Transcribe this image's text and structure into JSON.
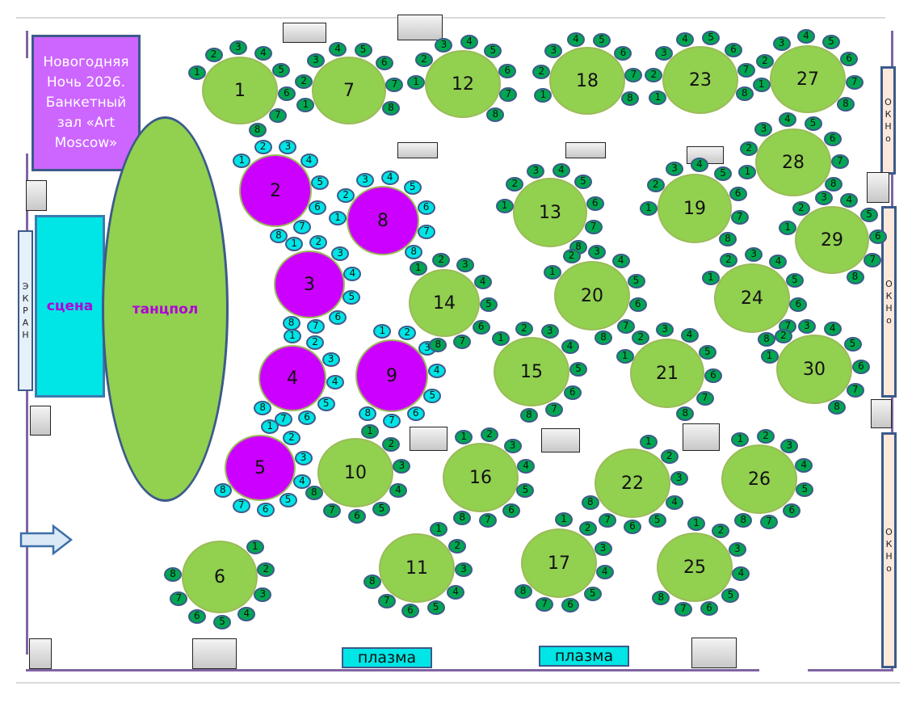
{
  "title": "Новогодняя Ночь  2026. Банкетный зал «Art Moscow»",
  "dance_floor": "танцпол",
  "stage": "сцена",
  "screen": [
    "Э",
    "К",
    "Р",
    "А",
    "Н"
  ],
  "window": [
    "О",
    "К",
    "Н",
    "о"
  ],
  "plasma": "плазма",
  "seat_labels": [
    "1",
    "2",
    "3",
    "4",
    "5",
    "6",
    "7",
    "8"
  ],
  "colors": {
    "table": "#92d050",
    "vip_table": "#cc00ff",
    "seat": "#00a651",
    "vip_seat": "#00e5e5",
    "title_bg": "#cc66ff"
  },
  "tables": [
    {
      "n": "1",
      "vip": false
    },
    {
      "n": "2",
      "vip": true
    },
    {
      "n": "3",
      "vip": true
    },
    {
      "n": "4",
      "vip": true
    },
    {
      "n": "5",
      "vip": true
    },
    {
      "n": "6",
      "vip": false
    },
    {
      "n": "7",
      "vip": false
    },
    {
      "n": "8",
      "vip": true
    },
    {
      "n": "9",
      "vip": true
    },
    {
      "n": "10",
      "vip": false
    },
    {
      "n": "11",
      "vip": false
    },
    {
      "n": "12",
      "vip": false
    },
    {
      "n": "13",
      "vip": false
    },
    {
      "n": "14",
      "vip": false
    },
    {
      "n": "15",
      "vip": false
    },
    {
      "n": "16",
      "vip": false
    },
    {
      "n": "17",
      "vip": false
    },
    {
      "n": "18",
      "vip": false
    },
    {
      "n": "19",
      "vip": false
    },
    {
      "n": "20",
      "vip": false
    },
    {
      "n": "21",
      "vip": false
    },
    {
      "n": "22",
      "vip": false
    },
    {
      "n": "23",
      "vip": false
    },
    {
      "n": "24",
      "vip": false
    },
    {
      "n": "25",
      "vip": false
    },
    {
      "n": "26",
      "vip": false
    },
    {
      "n": "27",
      "vip": false
    },
    {
      "n": "28",
      "vip": false
    },
    {
      "n": "29",
      "vip": false
    },
    {
      "n": "30",
      "vip": false
    }
  ]
}
